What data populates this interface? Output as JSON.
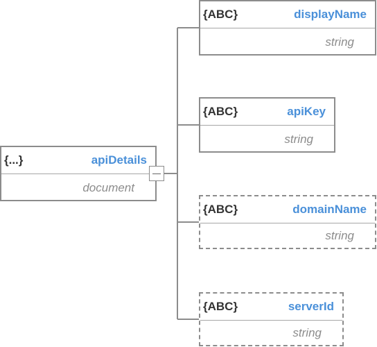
{
  "root": {
    "type_badge": "{...}",
    "name": "apiDetails",
    "dtype": "document"
  },
  "children": [
    {
      "type_badge": "{ABC}",
      "name": "displayName",
      "dtype": "string",
      "required": true
    },
    {
      "type_badge": "{ABC}",
      "name": "apiKey",
      "dtype": "string",
      "required": true
    },
    {
      "type_badge": "{ABC}",
      "name": "domainName",
      "dtype": "string",
      "required": false
    },
    {
      "type_badge": "{ABC}",
      "name": "serverId",
      "dtype": "string",
      "required": false
    }
  ],
  "colors": {
    "name": "#4a90d9",
    "border": "#8c8c8c",
    "type_badge": "#333333",
    "dtype": "#8c8c8c"
  }
}
